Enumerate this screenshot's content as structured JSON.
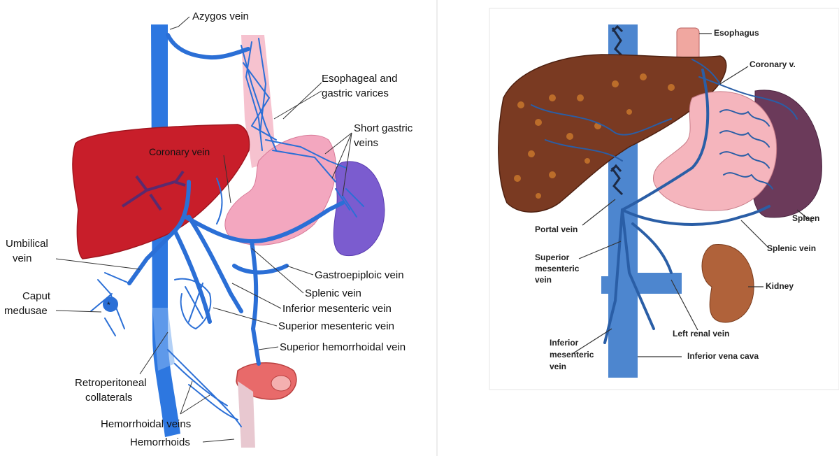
{
  "left_panel": {
    "labels": {
      "azygos": "Azygos vein",
      "esophageal1": "Esophageal and",
      "esophageal2": "gastric varices",
      "short_gastric1": "Short gastric",
      "short_gastric2": "veins",
      "coronary": "Coronary vein",
      "umbilical1": "Umbilical",
      "umbilical2": "vein",
      "caput1": "Caput",
      "caput2": "medusae",
      "gastroepiploic": "Gastroepiploic vein",
      "splenic": "Splenic vein",
      "inferior_mesenteric": "Inferior mesenteric vein",
      "superior_mesenteric": "Superior mesenteric vein",
      "superior_hemorrhoidal": "Superior hemorrhoidal vein",
      "retroperitoneal1": "Retroperitoneal",
      "retroperitoneal2": "collaterals",
      "hemorrhoidal_veins": "Hemorrhoidal veins",
      "hemorrhoids": "Hemorrhoids"
    }
  },
  "right_panel": {
    "labels": {
      "esophagus": "Esophagus",
      "coronary": "Coronary v.",
      "portal": "Portal vein",
      "superior_mesenteric1": "Superior",
      "superior_mesenteric2": "mesenteric",
      "superior_mesenteric3": "vein",
      "spleen": "Spleen",
      "splenic": "Splenic vein",
      "kidney": "Kidney",
      "left_renal": "Left renal vein",
      "inferior_mesenteric1": "Inferior",
      "inferior_mesenteric2": "mesenteric",
      "inferior_mesenteric3": "vein",
      "ivc": "Inferior  vena cava"
    }
  },
  "colors": {
    "vein_blue": "#2b6fd6",
    "liver_red": "#c81e2a",
    "stomach_pink": "#f3a7bf",
    "spleen_purple": "#7b5ccf",
    "liver_brown": "#7a3a22",
    "kidney_brown": "#b0623a"
  }
}
